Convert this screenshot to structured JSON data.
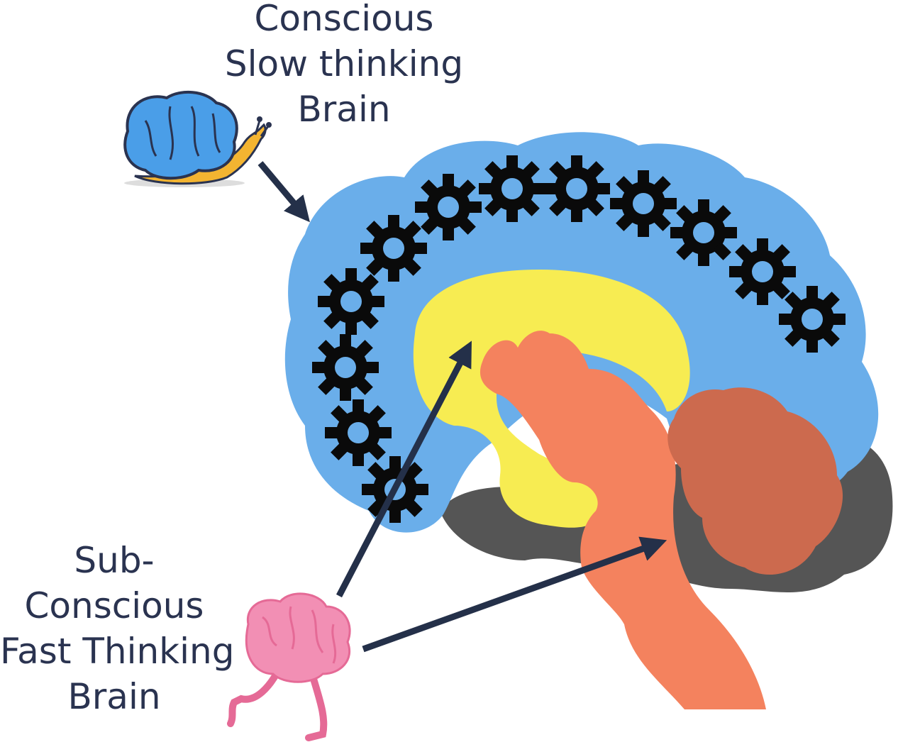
{
  "labels": {
    "slow": {
      "line1": "Conscious",
      "line2": "Slow thinking",
      "line3": "Brain"
    },
    "fast": {
      "line1": "Sub-",
      "line2": "Conscious",
      "line3": "Fast Thinking",
      "line4": "Brain"
    }
  },
  "colors": {
    "text": "#2a3350",
    "arrow": "#243049",
    "cortex": "#6aaeea",
    "limbic": "#f7ec52",
    "brainstem": "#f4825e",
    "cerebellum": "#cc6a4e",
    "shadow": "#555555",
    "gear": "#0a0a0a",
    "snail_brain": "#4a9ee8",
    "snail_shell": "#f3b431",
    "runner_brain": "#f28fb4",
    "runner_legs": "#e56a96"
  },
  "icons": {
    "snail": "snail-brain-icon",
    "runner": "running-brain-icon",
    "gear": "gear-icon"
  }
}
